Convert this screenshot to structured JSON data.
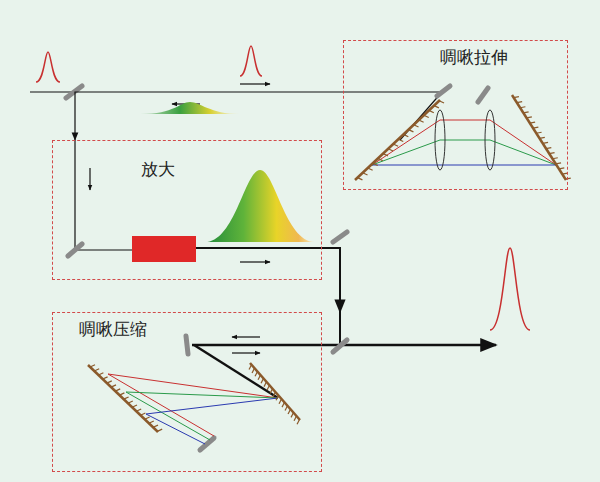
{
  "diagram": {
    "nodes": [
      {
        "text": [
          "啁啾拉伸"
        ]
      },
      {
        "text": [
          "放大"
        ]
      },
      {
        "text": [
          "啁啾压缩"
        ]
      }
    ],
    "edges": [
      {
        "from": 0,
        "to": 1,
        "arrow": "to"
      },
      {
        "from": 1,
        "to": 2,
        "arrow": "to"
      }
    ]
  }
}
